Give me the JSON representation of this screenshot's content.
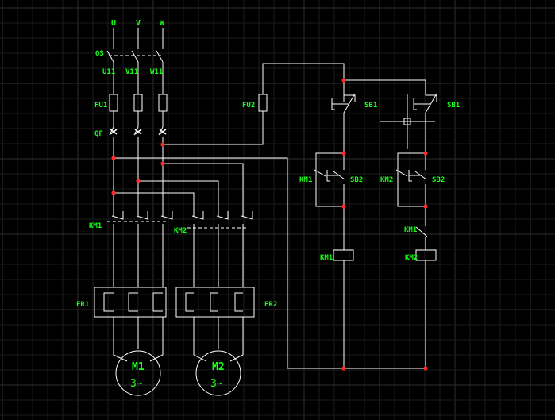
{
  "colors": {
    "background": "#000000",
    "grid_minor": "#1b1b1b",
    "grid_major": "#2e2e2e",
    "wire": "#ffffff",
    "label": "#19ff19",
    "junction": "#ff2b2b"
  },
  "labels": {
    "phase_u": "U",
    "phase_v": "V",
    "phase_w": "W",
    "qs": "QS",
    "u11": "U11",
    "v11": "V11",
    "w11": "W11",
    "fu1": "FU1",
    "fu2": "FU2",
    "qf": "QF",
    "km1_main": "KM1",
    "km2_main": "KM2",
    "fr1": "FR1",
    "fr2": "FR2",
    "sb1_left": "SB1",
    "sb1_right": "SB1",
    "km1_hold": "KM1",
    "sb2_left": "SB2",
    "km2_hold": "KM2",
    "sb2_right": "SB2",
    "km1_interlock": "KM1",
    "km1_coil": "KM1",
    "km2_coil": "KM2",
    "motor1_name": "M1",
    "motor1_type": "3~",
    "motor2_name": "M2",
    "motor2_type": "3~"
  }
}
